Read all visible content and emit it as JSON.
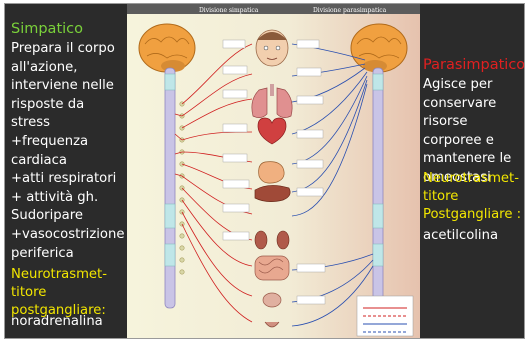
{
  "left": {
    "title": "Simpatico",
    "body": "Prepara il corpo\nall'azione,\ninterviene nelle\nrisposte da\nstress\n+frequenza\ncardiaca\n+atti respiratori\n+ attività gh.\nSudoripare\n+vasocostrizione\nperiferica",
    "neuro": "Neurotrasmet-\ntitore\npostgangliare:",
    "neuro_value": "noradrenalina"
  },
  "right": {
    "title": "Parasimpatico",
    "body": "Agisce per\nconservare\nrisorse\ncorporee e\nmantenere le\nomeostasi",
    "neuro": "Neurotrasmet-\ntitore\nPostgangliare :",
    "neuro_value": "acetilcolina"
  },
  "diagram": {
    "header_left": "Divisione simpatica",
    "header_right": "Divisione parasimpatica",
    "colors": {
      "sympathetic_line": "#d02020",
      "parasympathetic_line": "#2a4fb0",
      "cord": "#c9c4e6",
      "brain": "#f0a040",
      "bg_left": "#f4f2d8",
      "bg_right": "#e8c8b4"
    },
    "icons": [
      "brain-icon",
      "face-icon",
      "lungs-icon",
      "heart-icon",
      "stomach-icon",
      "liver-icon",
      "kidney-icon",
      "intestine-icon",
      "bladder-icon",
      "genitals-icon"
    ]
  }
}
